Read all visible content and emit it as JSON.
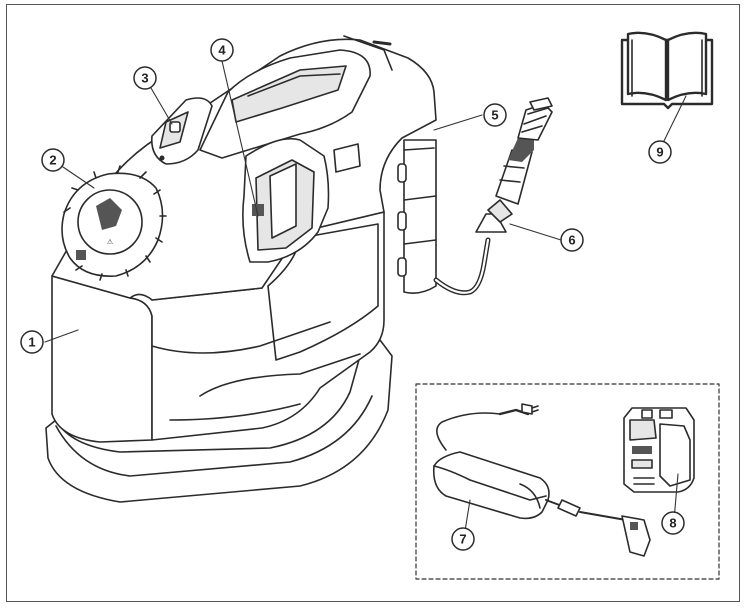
{
  "callouts": [
    {
      "id": "1",
      "label": "1"
    },
    {
      "id": "2",
      "label": "2"
    },
    {
      "id": "3",
      "label": "3"
    },
    {
      "id": "4",
      "label": "4"
    },
    {
      "id": "5",
      "label": "5"
    },
    {
      "id": "6",
      "label": "6"
    },
    {
      "id": "7",
      "label": "7"
    },
    {
      "id": "8",
      "label": "8"
    },
    {
      "id": "9",
      "label": "9"
    }
  ],
  "colors": {
    "line": "#2b2b2b",
    "shade": "#e6e6e6",
    "dark": "#555555"
  },
  "icons": {
    "manual": "open-book-icon"
  }
}
